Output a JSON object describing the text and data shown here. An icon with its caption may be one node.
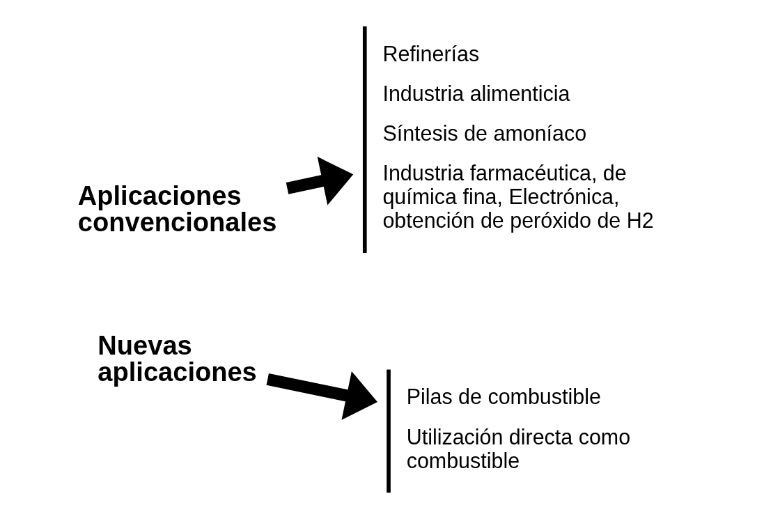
{
  "diagram": {
    "nodes": [
      {
        "text": [
          "Aplicaciones convencionales"
        ]
      },
      {
        "text": [
          "Refinerías",
          "Industria alimenticia",
          "Síntesis de amoníaco",
          "Industria farmacéutica, de química fina, Electrónica, obtención de peróxido de H2"
        ]
      },
      {
        "text": [
          "Nuevas aplicaciones"
        ]
      },
      {
        "text": [
          "Pilas de combustible",
          "Utilización directa como combustible"
        ]
      }
    ],
    "edges": [
      {
        "from": 0,
        "to": 1,
        "arrow": "to"
      },
      {
        "from": 2,
        "to": 3,
        "arrow": "to"
      }
    ]
  }
}
